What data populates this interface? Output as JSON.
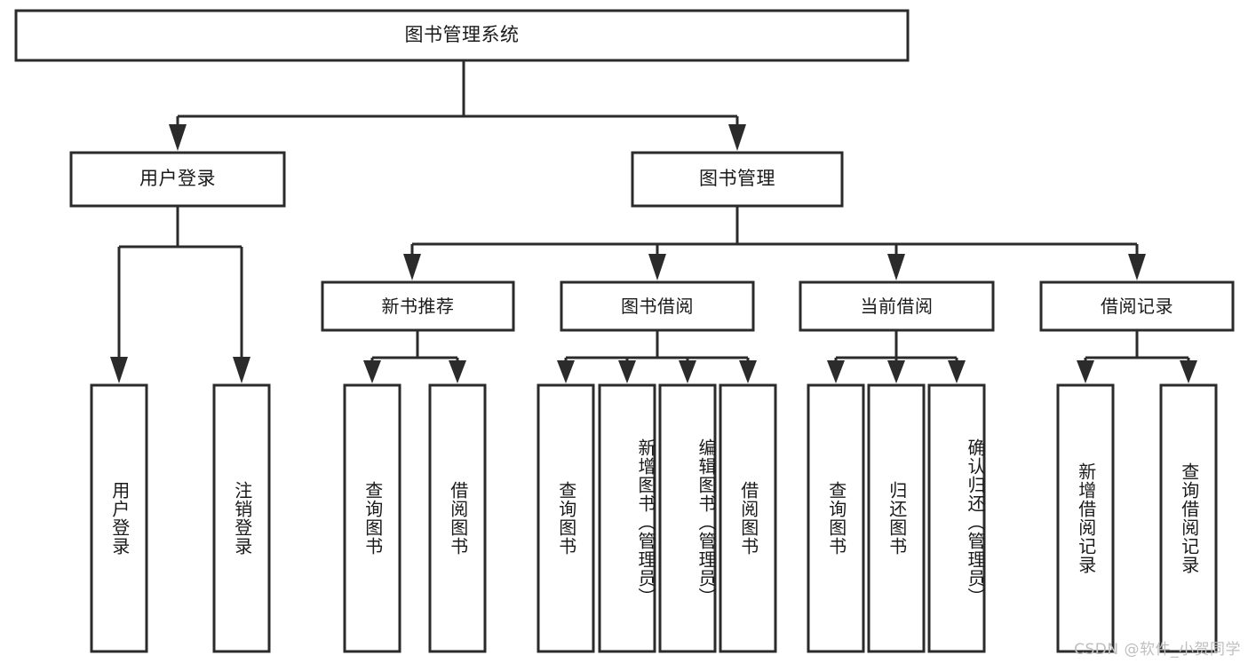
{
  "diagram": {
    "title": "图书管理系统",
    "watermark": "CSDN @软件_小贺同学",
    "colors": {
      "stroke": "#2b2b2b",
      "fill": "#ffffff",
      "text": "#1a1a1a",
      "watermark": "#bfbfbf"
    },
    "root": {
      "label": "图书管理系统"
    },
    "level2": [
      {
        "label": "用户登录"
      },
      {
        "label": "图书管理"
      }
    ],
    "level3": [
      {
        "label": "新书推荐"
      },
      {
        "label": "图书借阅"
      },
      {
        "label": "当前借阅"
      },
      {
        "label": "借阅记录"
      }
    ],
    "leaves_user_login": [
      {
        "label": "用户登录"
      },
      {
        "label": "注销登录"
      }
    ],
    "leaves_new_book": [
      {
        "label": "查询图书"
      },
      {
        "label": "借阅图书"
      }
    ],
    "leaves_book_borrow": [
      {
        "label": "查询图书"
      },
      {
        "label": "新增图书（管理员）"
      },
      {
        "label": "编辑图书（管理员）"
      },
      {
        "label": "借阅图书"
      }
    ],
    "leaves_current_borrow": [
      {
        "label": "查询图书"
      },
      {
        "label": "归还图书"
      },
      {
        "label": "确认归还（管理员）"
      }
    ],
    "leaves_borrow_record": [
      {
        "label": "新增借阅记录"
      },
      {
        "label": "查询借阅记录"
      }
    ]
  }
}
